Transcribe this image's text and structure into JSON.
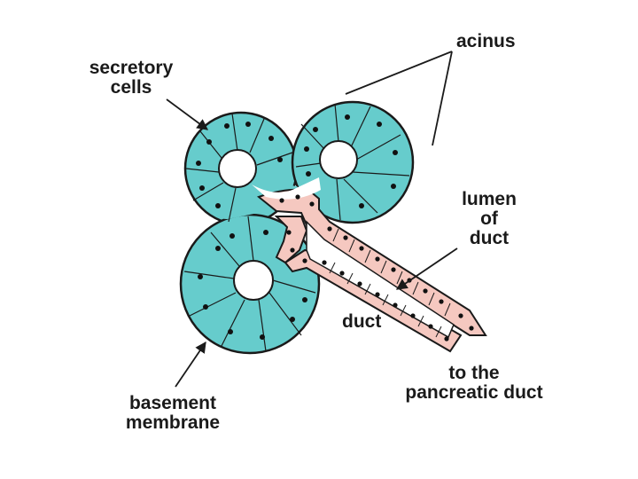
{
  "labels": {
    "acinus": "acinus",
    "secretory_cells": [
      "secretory",
      "cells"
    ],
    "lumen_of_duct": [
      "lumen",
      "of",
      "duct"
    ],
    "duct": "duct",
    "to_pancreatic_duct": [
      "to the",
      "pancreatic duct"
    ],
    "basement_membrane": [
      "basement",
      "membrane"
    ]
  },
  "colors": {
    "acinar_cell": "#66cccc",
    "duct_cell": "#f5c8c0",
    "outline": "#1a1a1a",
    "nucleus": "#111111",
    "lumen": "#ffffff"
  }
}
